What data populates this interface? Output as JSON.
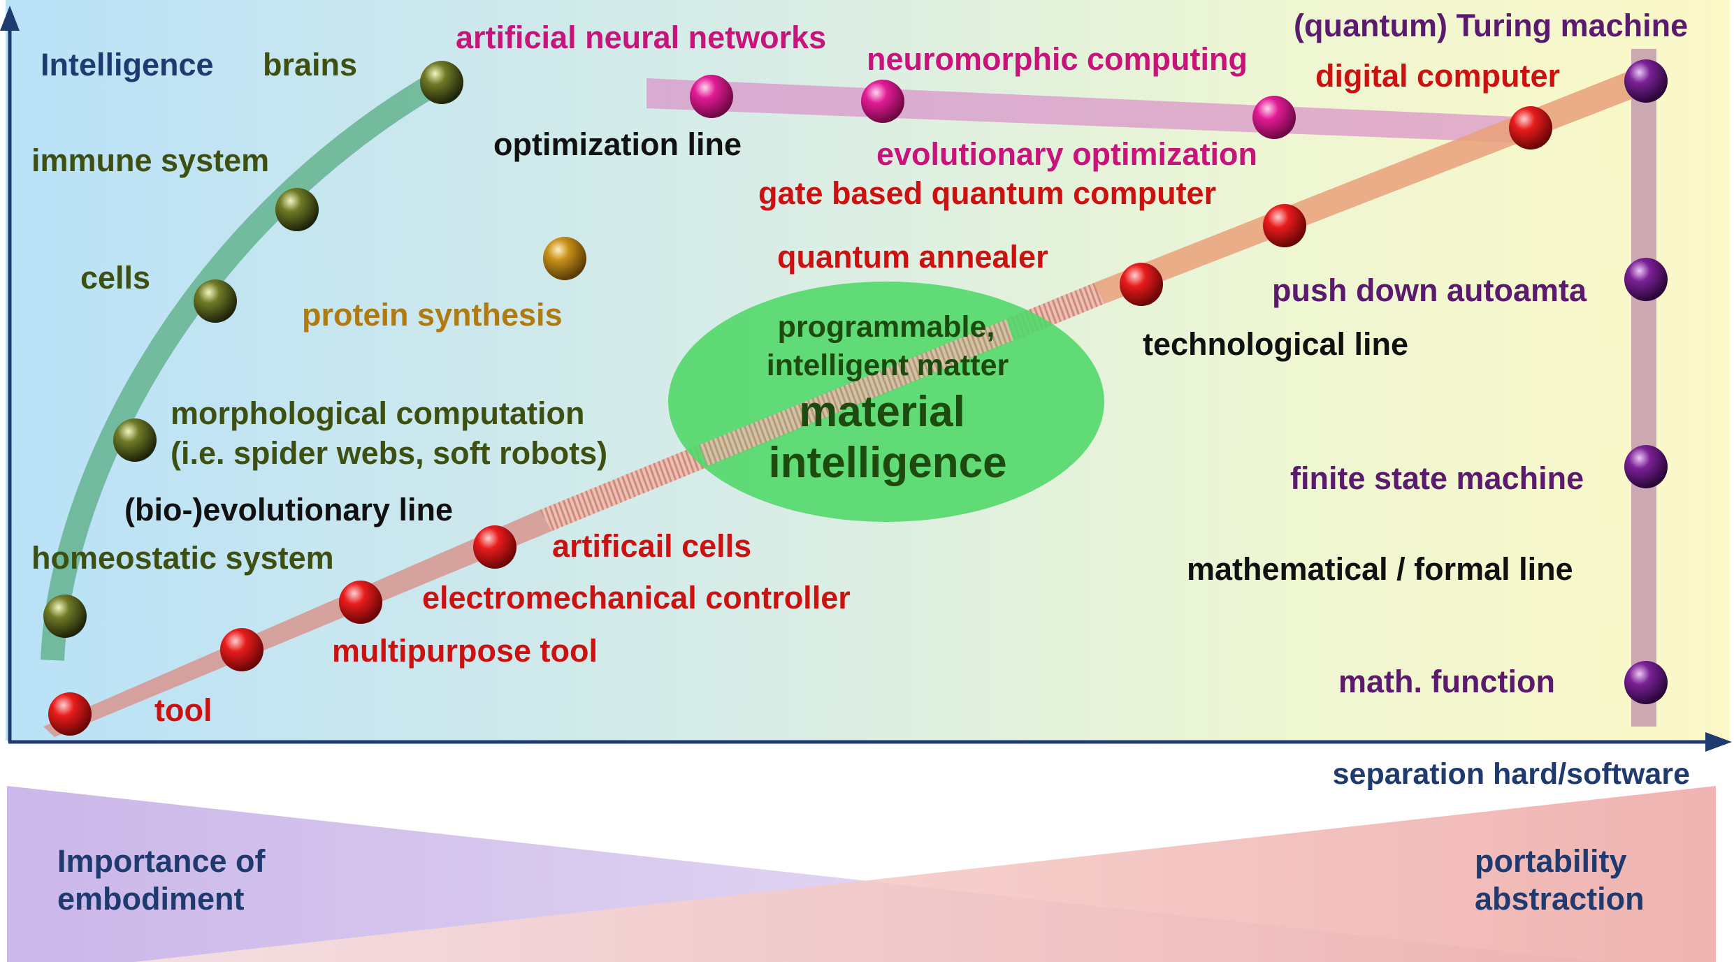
{
  "axes": {
    "y_label": "Intelligence",
    "x_label": "separation hard/software"
  },
  "lines": {
    "bio": "(bio-)evolutionary line",
    "optimization": "optimization line",
    "technological": "technological line",
    "mathematical": "mathematical / formal line"
  },
  "bio_nodes": {
    "brains": "brains",
    "immune": "immune system",
    "cells": "cells",
    "morph_1": "morphological computation",
    "morph_2": "(i.e. spider webs, soft robots)",
    "homeostatic": "homeostatic system"
  },
  "protein": "protein synthesis",
  "optimization_nodes": {
    "ann": "artificial neural networks",
    "neuromorphic": "neuromorphic computing",
    "evolutionary": "evolutionary optimization"
  },
  "tech_nodes": {
    "tool": "tool",
    "multipurpose": "multipurpose tool",
    "electromech": "electromechanical controller",
    "artificial_cells": "artificail cells",
    "quantum_annealer": "quantum annealer",
    "gate_quantum": "gate based quantum computer",
    "digital": "digital computer"
  },
  "math_nodes": {
    "turing": "(quantum) Turing machine",
    "pushdown": "push down autoamta",
    "fsm": "finite state machine",
    "math_fn": "math. function"
  },
  "center": {
    "line1": "programmable,",
    "line2": "intelligent matter",
    "line3": "material",
    "line4": "intelligence"
  },
  "bottom": {
    "left_1": "Importance of",
    "left_2": "embodiment",
    "right_1": "portability",
    "right_2": "abstraction"
  },
  "colors": {
    "dark_blue": "#1f3a6e",
    "olive": "#3e4f12",
    "magenta": "#c8147a",
    "red": "#cc1111",
    "purple": "#5a1a6e",
    "gold": "#b07a10",
    "center_text": "#1d4a0e",
    "ellipse": "#52d86a"
  }
}
